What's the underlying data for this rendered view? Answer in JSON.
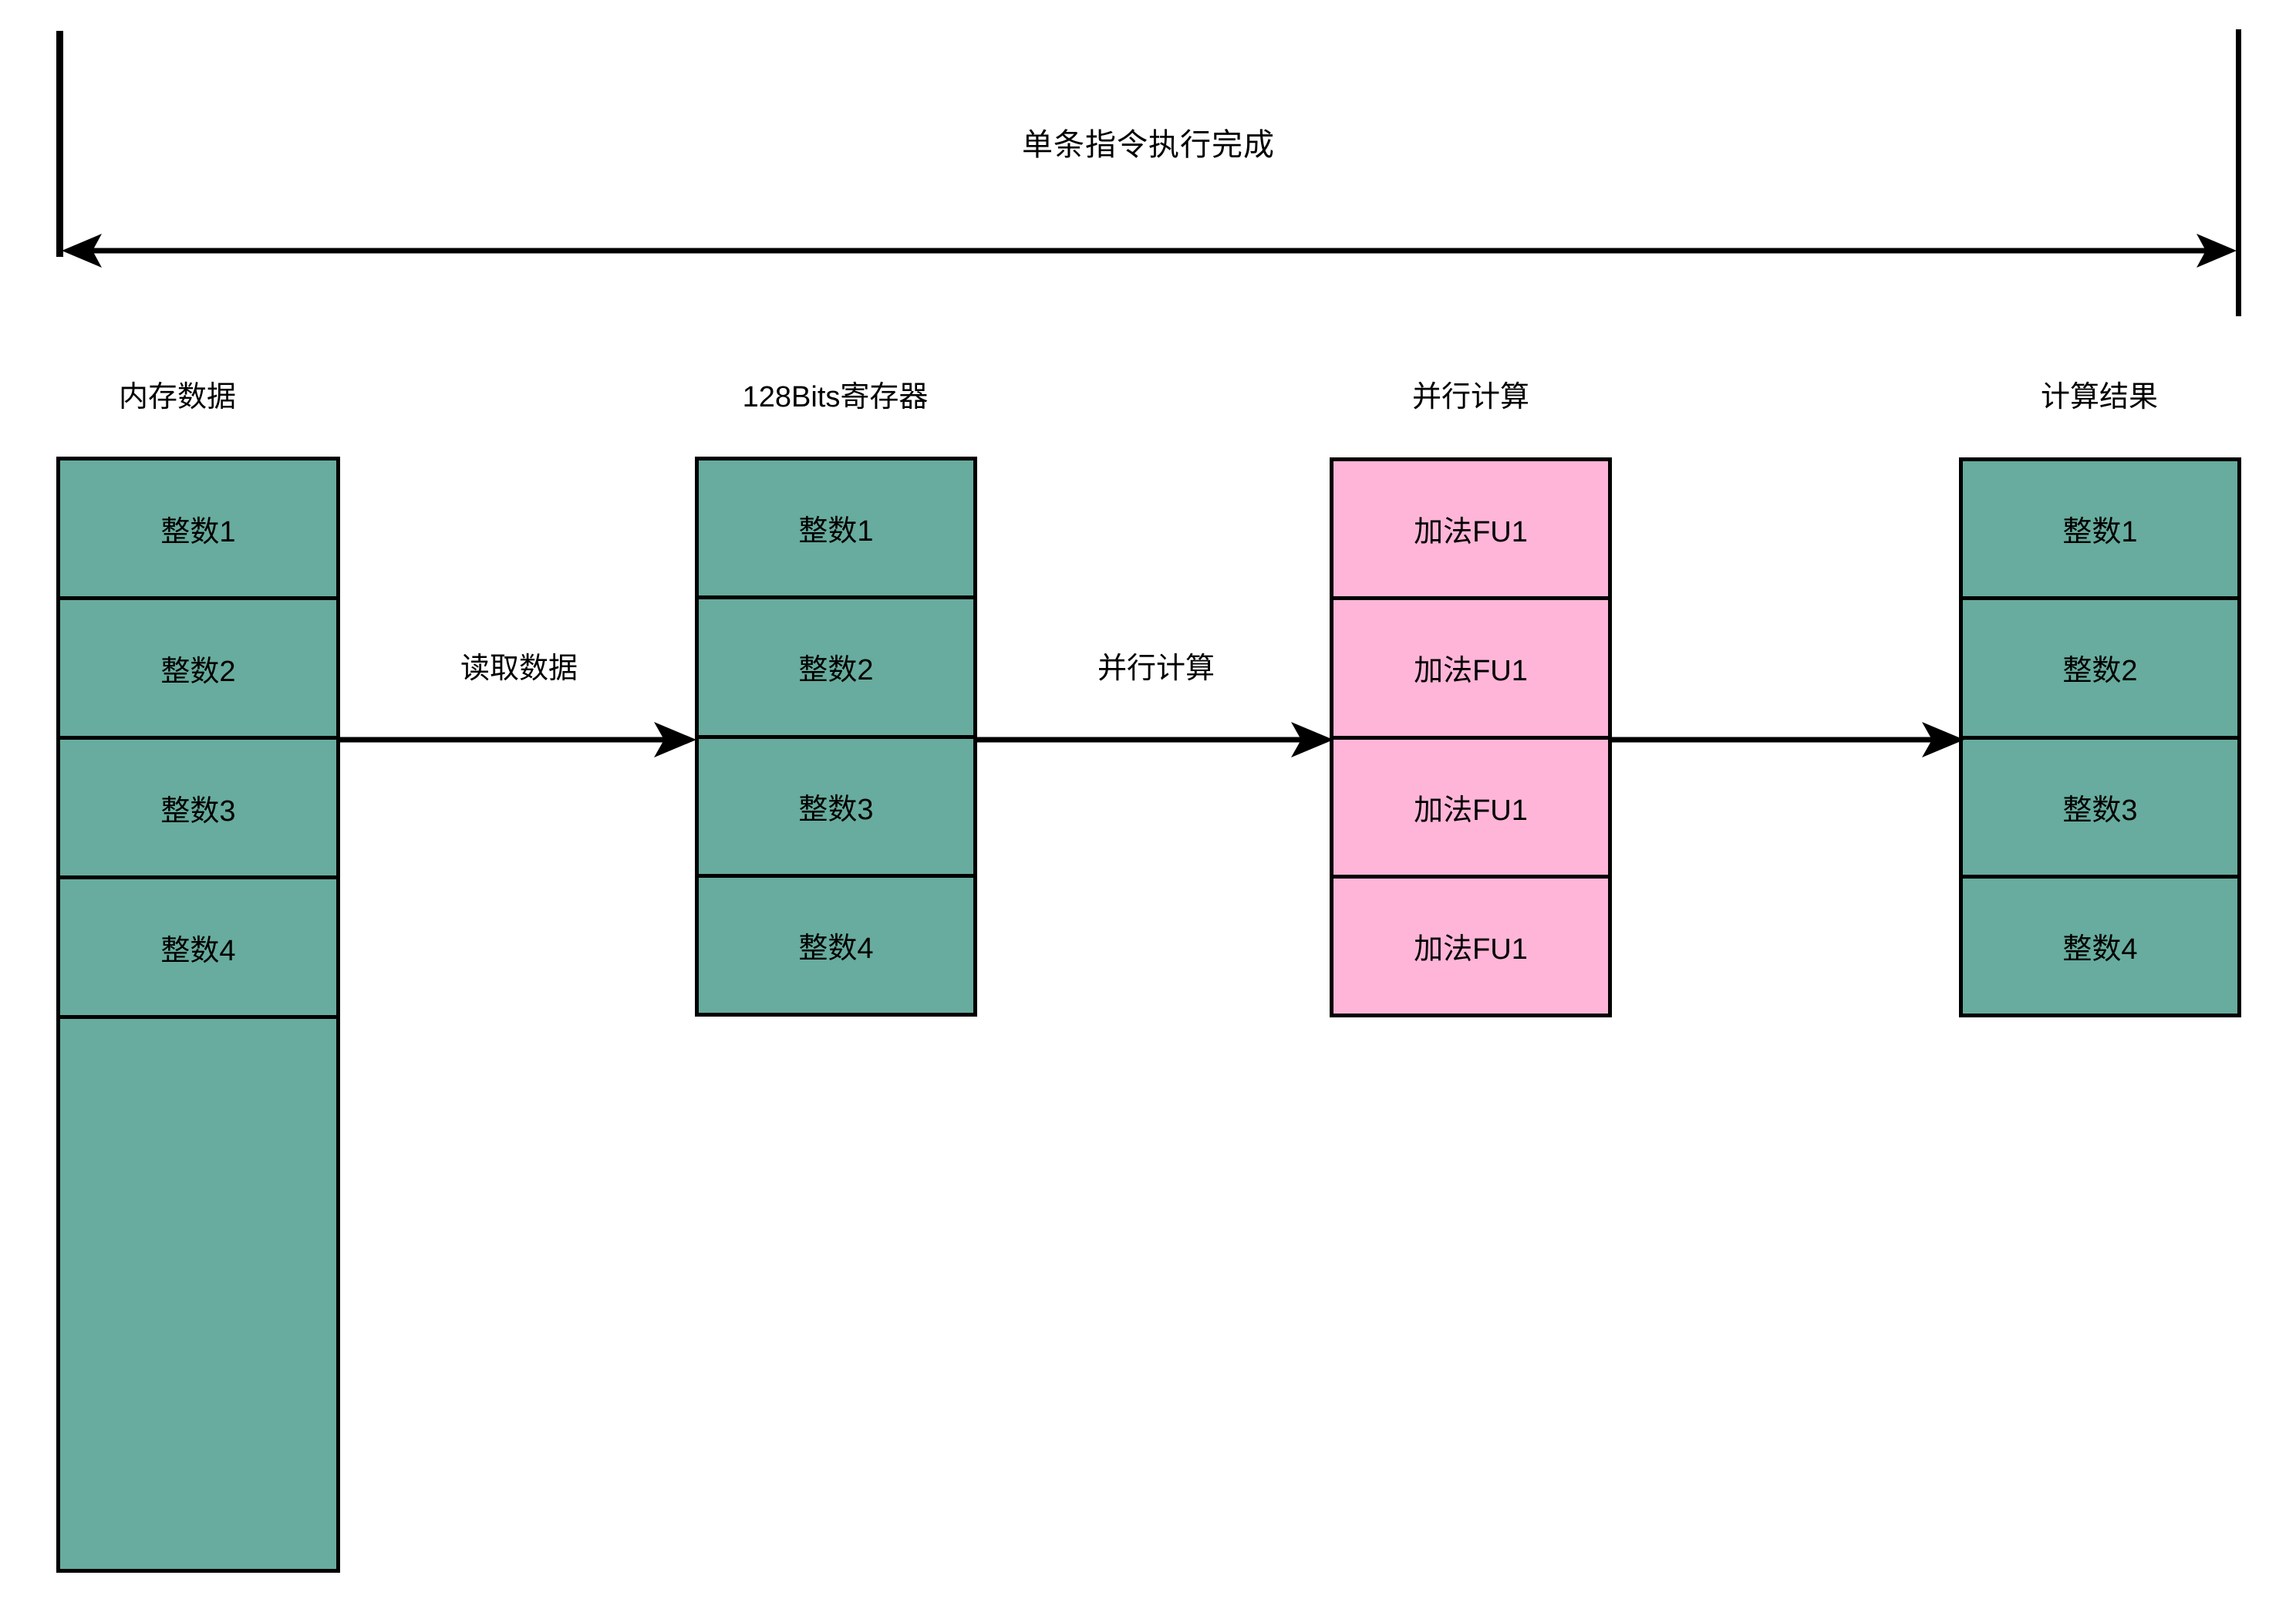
{
  "diagram": {
    "span": {
      "title": "单条指令执行完成"
    },
    "columns": [
      {
        "id": "memory",
        "header": "内存数据",
        "cells": [
          {
            "label": "整数1",
            "color": "green"
          },
          {
            "label": "整数2",
            "color": "green"
          },
          {
            "label": "整数3",
            "color": "green"
          },
          {
            "label": "整数4",
            "color": "green"
          },
          {
            "label": "",
            "color": "green"
          }
        ]
      },
      {
        "id": "register",
        "header": "128Bits寄存器",
        "cells": [
          {
            "label": "整数1",
            "color": "green"
          },
          {
            "label": "整数2",
            "color": "green"
          },
          {
            "label": "整数3",
            "color": "green"
          },
          {
            "label": "整数4",
            "color": "green"
          }
        ]
      },
      {
        "id": "parallel-compute",
        "header": "并行计算",
        "cells": [
          {
            "label": "加法FU1",
            "color": "pink"
          },
          {
            "label": "加法FU1",
            "color": "pink"
          },
          {
            "label": "加法FU1",
            "color": "pink"
          },
          {
            "label": "加法FU1",
            "color": "pink"
          }
        ]
      },
      {
        "id": "result",
        "header": "计算结果",
        "cells": [
          {
            "label": "整数1",
            "color": "green"
          },
          {
            "label": "整数2",
            "color": "green"
          },
          {
            "label": "整数3",
            "color": "green"
          },
          {
            "label": "整数4",
            "color": "green"
          }
        ]
      }
    ],
    "flows": [
      {
        "id": "read-data",
        "label": "读取数据"
      },
      {
        "id": "parallel-compute",
        "label": "并行计算"
      },
      {
        "id": "output",
        "label": ""
      }
    ],
    "colors": {
      "green": "#67ac9e",
      "pink": "#ffb5d8",
      "stroke": "#000000",
      "background": "#ffffff"
    }
  }
}
